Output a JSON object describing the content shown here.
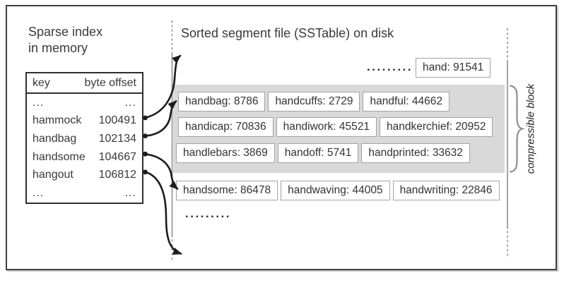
{
  "left_panel": {
    "title": "Sparse index\nin memory",
    "table": {
      "col_key": "key",
      "col_offset": "byte offset",
      "rows": [
        {
          "key": "...",
          "offset": "...",
          "dot": false
        },
        {
          "key": "hammock",
          "offset": "100491",
          "dot": true
        },
        {
          "key": "handbag",
          "offset": "102134",
          "dot": true
        },
        {
          "key": "handsome",
          "offset": "104667",
          "dot": true
        },
        {
          "key": "hangout",
          "offset": "106812",
          "dot": true
        },
        {
          "key": "...",
          "offset": "...",
          "dot": false
        }
      ]
    }
  },
  "segment_file": {
    "title": "Sorted segment file (SSTable) on disk",
    "top_dots": ".........",
    "top_entry": "hand: 91541",
    "compressible_rows": [
      [
        "handbag: 8786",
        "handcuffs: 2729",
        "handful: 44662"
      ],
      [
        "handicap: 70836",
        "handiwork: 45521",
        "handkerchief: 20952"
      ],
      [
        "handlebars: 3869",
        "handoff: 5741",
        "handprinted: 33632"
      ]
    ],
    "after_block_row": [
      "handsome: 86478",
      "handwaving: 44005",
      "handwriting: 22846"
    ],
    "bottom_dots": ".........",
    "brace_label": "compressible block"
  },
  "colors": {
    "text": "#3a3a3a",
    "frame_border": "#3f3f3f",
    "block_fill": "#d9d9d9",
    "box_border": "#a3a3a3",
    "guide_line": "#8f8f8f",
    "arrow": "#1c1c1c"
  }
}
